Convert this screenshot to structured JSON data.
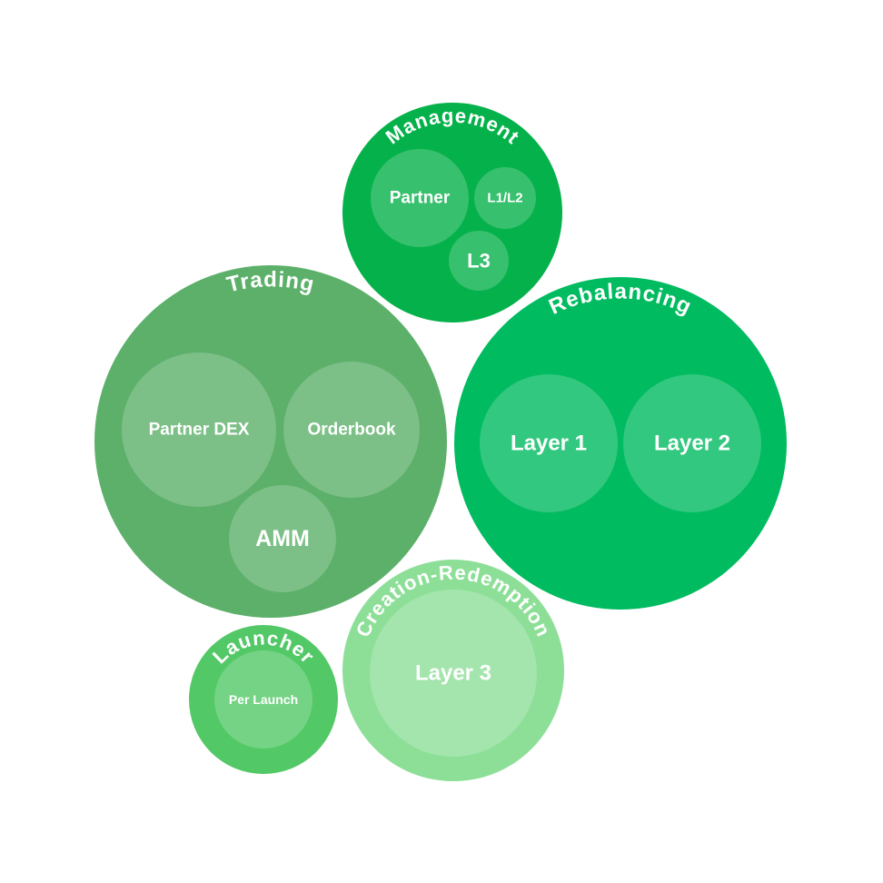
{
  "groups": [
    {
      "key": "management",
      "label": "Management",
      "color": "#05b14a",
      "children": [
        {
          "label": "Partner"
        },
        {
          "label": "L1/L2"
        },
        {
          "label": "L3"
        }
      ]
    },
    {
      "key": "trading",
      "label": "Trading",
      "color": "#5cb06a",
      "children": [
        {
          "label": "Partner DEX"
        },
        {
          "label": "Orderbook"
        },
        {
          "label": "AMM"
        }
      ]
    },
    {
      "key": "rebalancing",
      "label": "Rebalancing",
      "color": "#00bb60",
      "children": [
        {
          "label": "Layer 1"
        },
        {
          "label": "Layer 2"
        }
      ]
    },
    {
      "key": "launcher",
      "label": "Launcher",
      "color": "#52c866",
      "children": [
        {
          "label": "Per Launch"
        }
      ]
    },
    {
      "key": "creation-redemption",
      "label": "Creation-Redemption",
      "color": "#8ddf98",
      "children": [
        {
          "label": "Layer 3"
        }
      ]
    }
  ]
}
